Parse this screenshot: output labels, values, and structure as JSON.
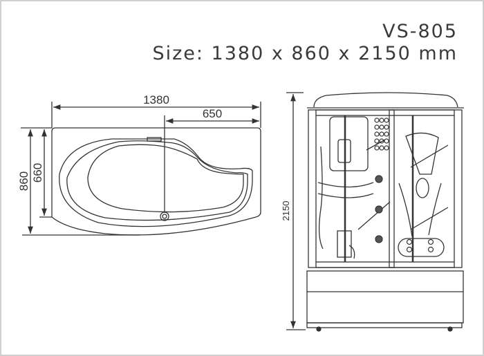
{
  "header": {
    "model": "VS-805",
    "size": "Size: 1380 x 860 x 2150 mm"
  },
  "plan_view": {
    "width_label": "1380",
    "offset_label": "650",
    "depth_label": "860",
    "inner_depth_label": "660"
  },
  "front_view": {
    "height_label": "2150"
  },
  "colors": {
    "line": "#333333",
    "frame": "#cfcfcf"
  }
}
